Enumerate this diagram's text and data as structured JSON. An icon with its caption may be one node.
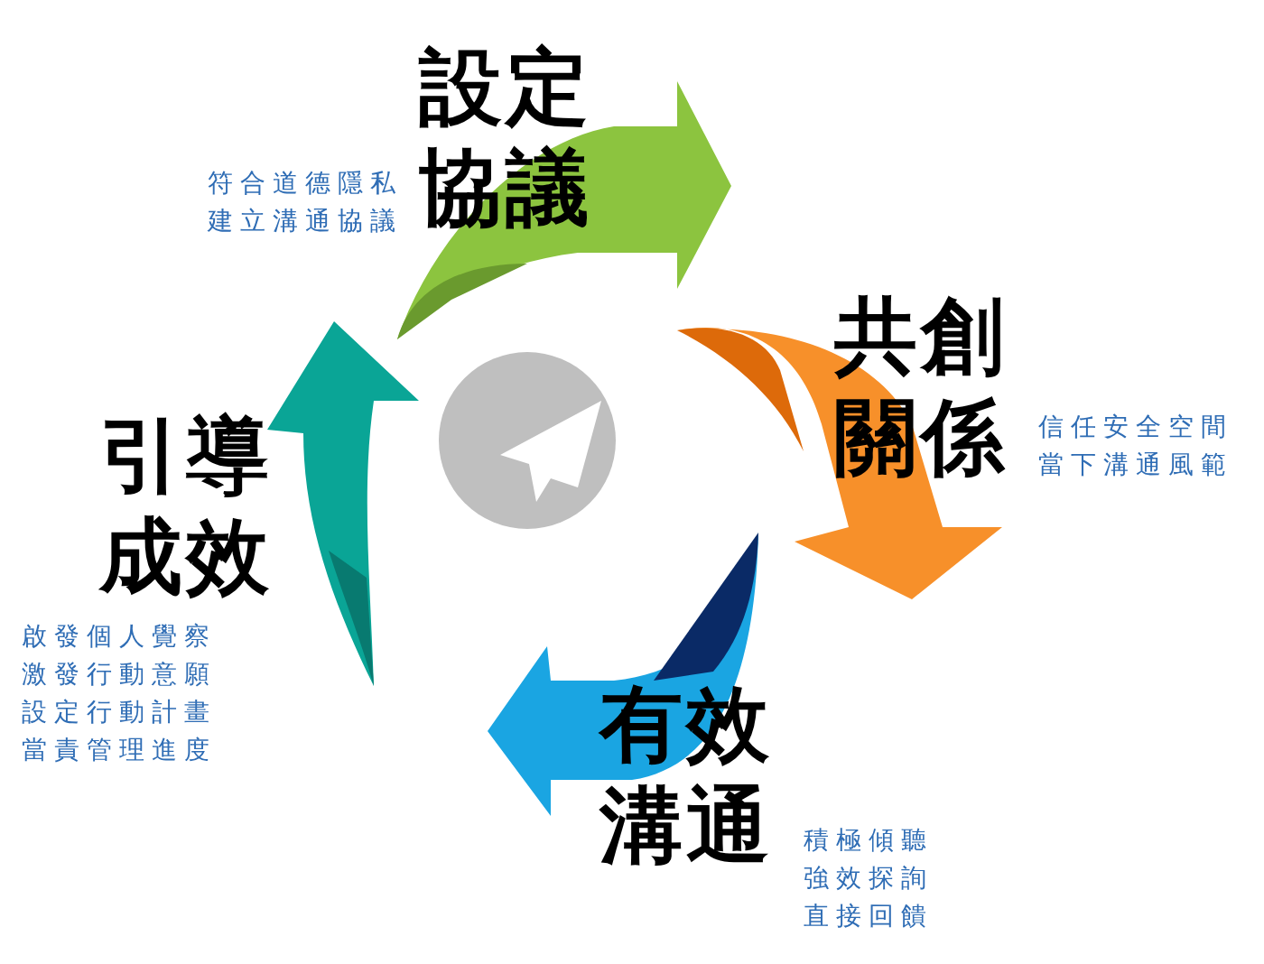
{
  "diagram": {
    "nodes": [
      {
        "text": [
          "設定協議"
        ],
        "beside": [
          "符合道德隱私",
          "建立溝通協議"
        ]
      },
      {
        "text": [
          "共創關係"
        ],
        "beside": [
          "信任安全空間",
          "當下溝通風範"
        ]
      },
      {
        "text": [
          "有效溝通"
        ],
        "beside": [
          "積極傾聽",
          "強效探詢",
          "直接回饋"
        ]
      },
      {
        "text": [
          "引導成效"
        ],
        "beside": [
          "啟發個人覺察",
          "激發行動意願",
          "設定行動計畫",
          "當責管理進度"
        ]
      }
    ]
  }
}
